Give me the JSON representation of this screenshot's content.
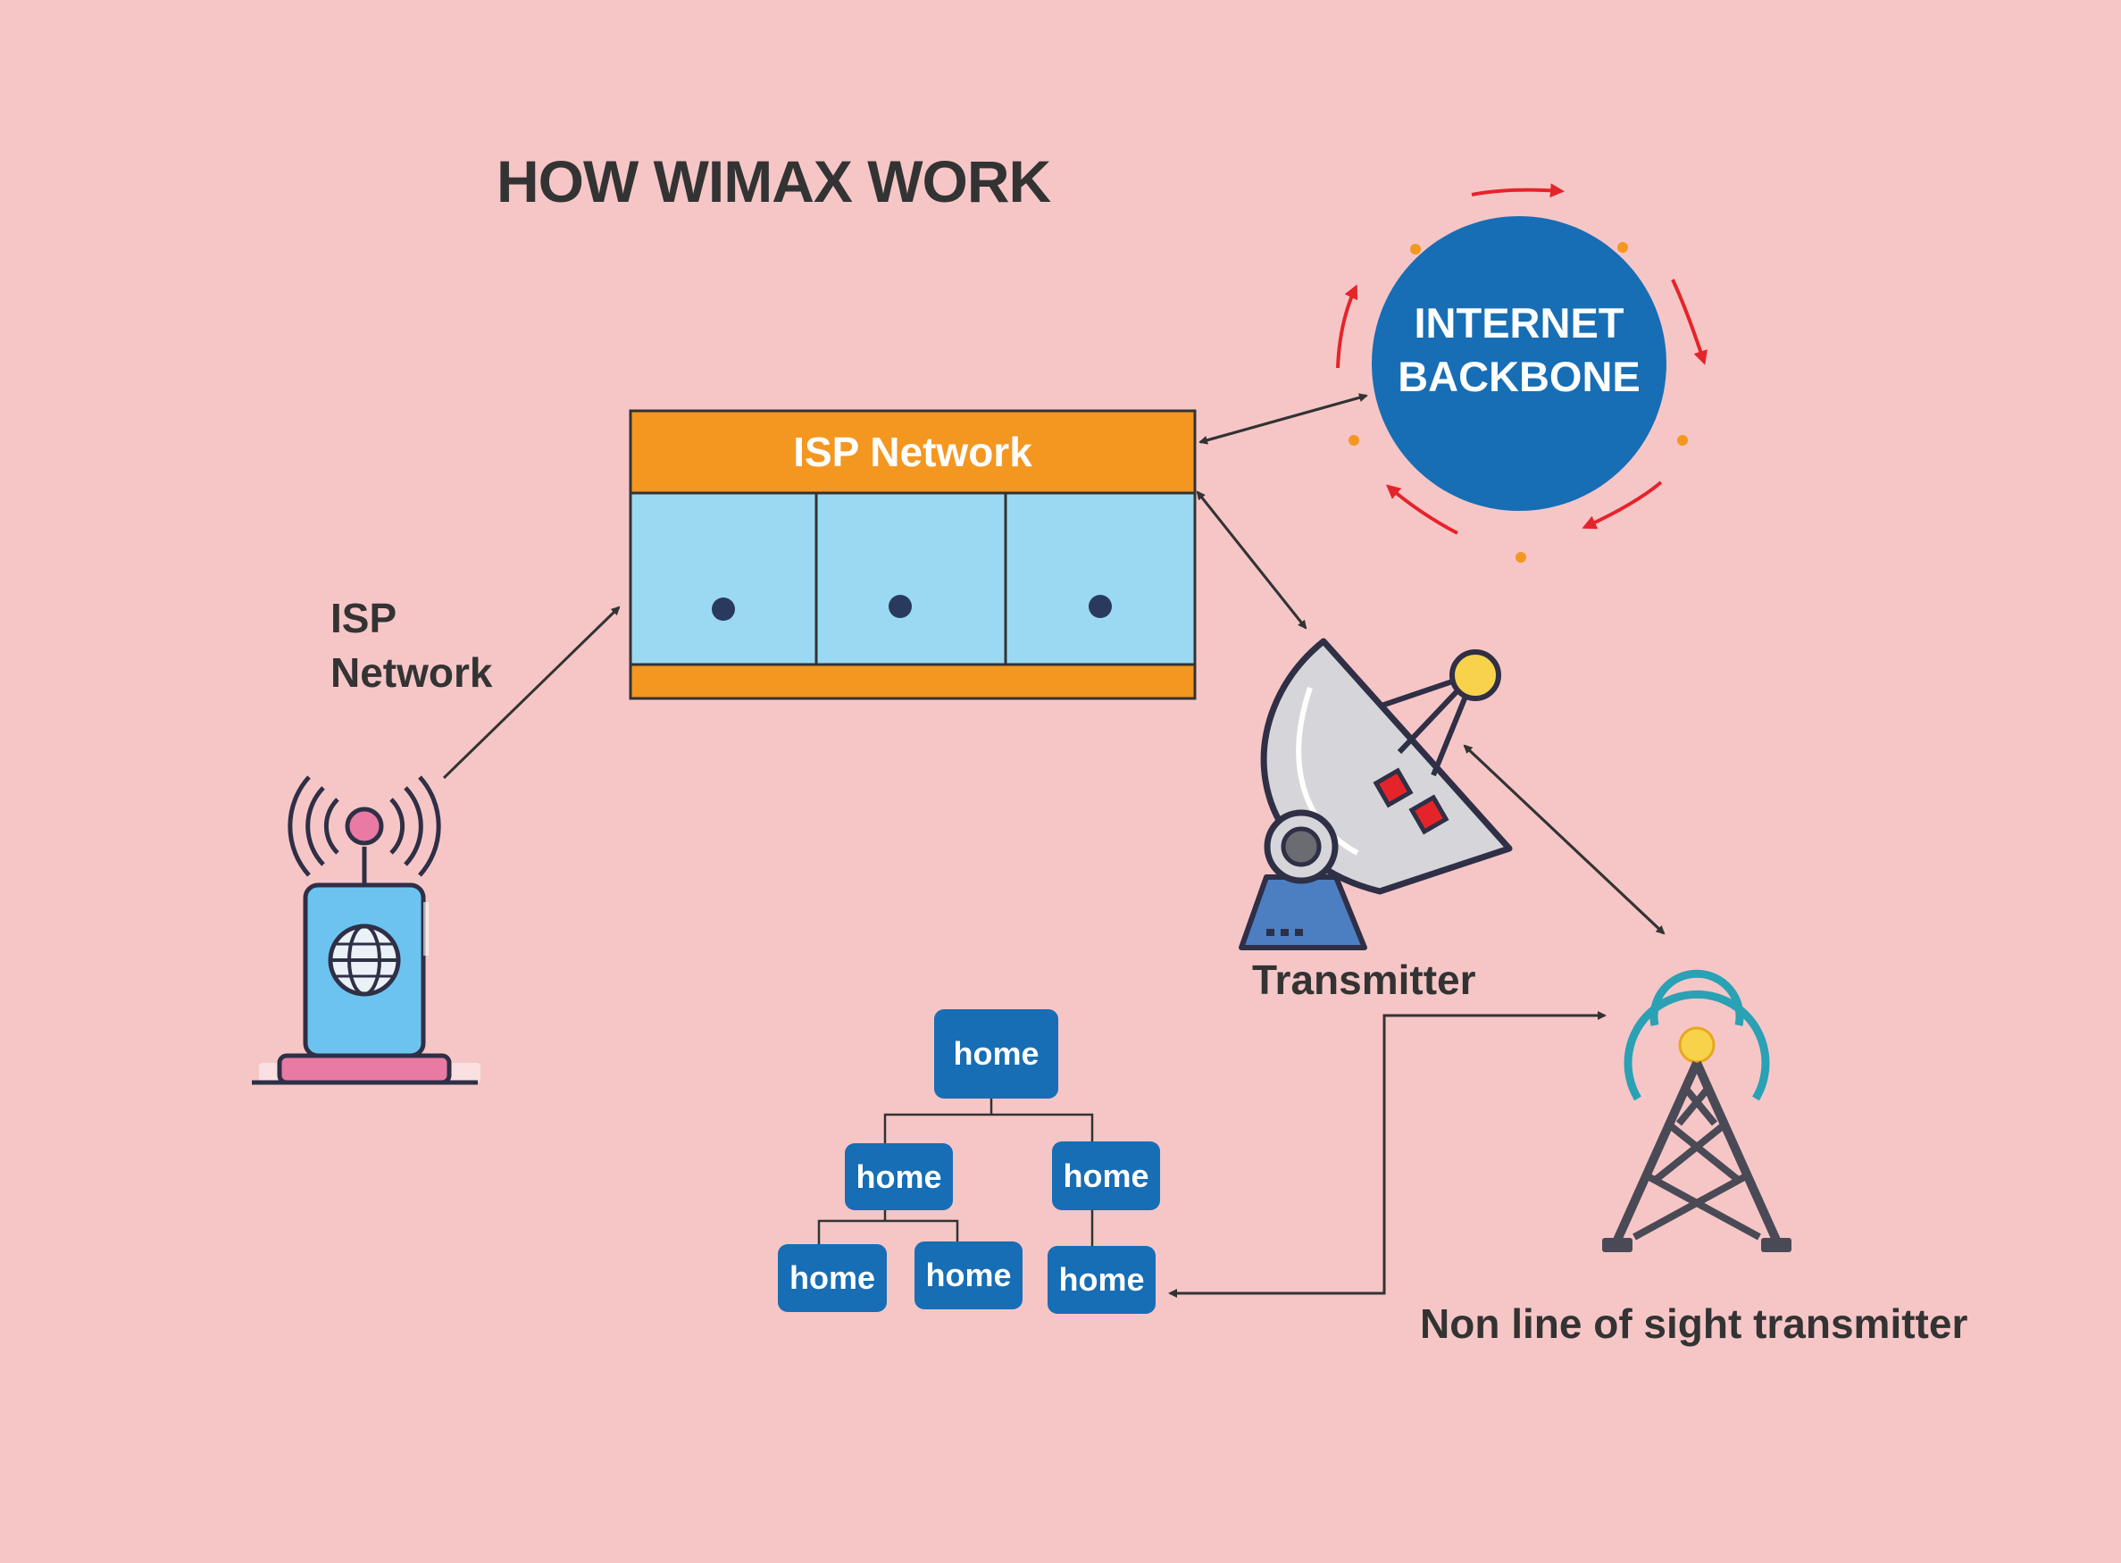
{
  "title": "HOW WIMAX WORK",
  "backbone": {
    "line1": "INTERNET",
    "line2": "BACKBONE"
  },
  "isp_box": {
    "header": "ISP Network"
  },
  "isp_label": {
    "line1": "ISP",
    "line2": "Network"
  },
  "transmitter": {
    "label": "Transmitter"
  },
  "nlos_transmitter": {
    "label": "Non line of sight transmitter"
  },
  "homes": [
    "home",
    "home",
    "home",
    "home",
    "home",
    "home"
  ],
  "colors": {
    "background": "#f6c6c7",
    "orange": "#f39721",
    "light_blue": "#9bd9f2",
    "dark_blue": "#176eb5",
    "red_arrow": "#e5242a",
    "text": "#333333"
  }
}
